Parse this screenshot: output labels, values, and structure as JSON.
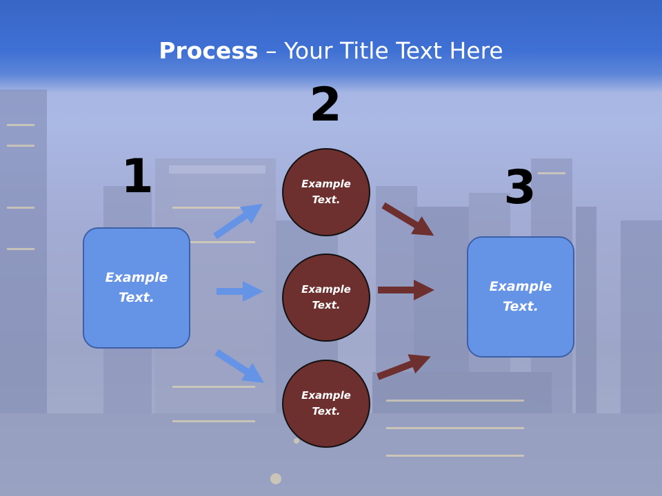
{
  "title": {
    "strong": "Process",
    "rest": " – Your Title Text Here"
  },
  "steps": {
    "one": "1",
    "two": "2",
    "three": "3"
  },
  "nodes": {
    "left_box": "Example Text.",
    "circle_top": "Example Text.",
    "circle_middle": "Example Text.",
    "circle_bottom": "Example Text.",
    "right_box": "Example Text."
  },
  "colors": {
    "header": "#3f70d4",
    "box_fill": "#6593e6",
    "circle_fill": "#6e2f2f",
    "arrow_blue": "#6593e6",
    "arrow_brown": "#6e2f2f"
  }
}
